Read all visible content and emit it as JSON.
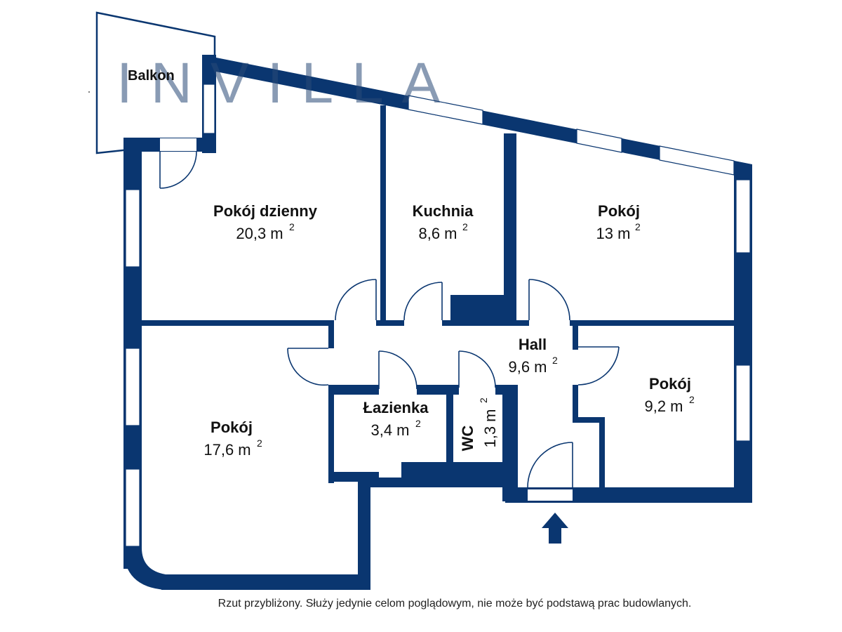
{
  "logo": {
    "text": "INVILLA",
    "color": "#2a4a78",
    "accent_color": "#c8a06a"
  },
  "colors": {
    "wall": "#0a3670",
    "background": "#ffffff"
  },
  "rooms": [
    {
      "id": "balkon",
      "name": "Balkon",
      "area": ""
    },
    {
      "id": "pokoj-dzienny",
      "name": "Pokój  dzienny",
      "area": "20,3 m",
      "unit_exp": "2"
    },
    {
      "id": "kuchnia",
      "name": "Kuchnia",
      "area": "8,6 m",
      "unit_exp": "2"
    },
    {
      "id": "pokoj-13",
      "name": "Pokój",
      "area": "13 m",
      "unit_exp": "2"
    },
    {
      "id": "hall",
      "name": "Hall",
      "area": "9,6 m",
      "unit_exp": "2"
    },
    {
      "id": "pokoj-9",
      "name": "Pokój",
      "area": "9,2 m",
      "unit_exp": "2"
    },
    {
      "id": "pokoj-17",
      "name": "Pokój",
      "area": "17,6 m",
      "unit_exp": "2"
    },
    {
      "id": "lazienka",
      "name": "Łazienka",
      "area": "3,4 m",
      "unit_exp": "2"
    },
    {
      "id": "wc",
      "name": "WC",
      "area": "1,3 m",
      "unit_exp": "2"
    }
  ],
  "entrance_icon": "arrow-up-icon",
  "disclaimer": "Rzut przybliżony. Służy jedynie celom poglądowym, nie może być podstawą prac budowlanych."
}
